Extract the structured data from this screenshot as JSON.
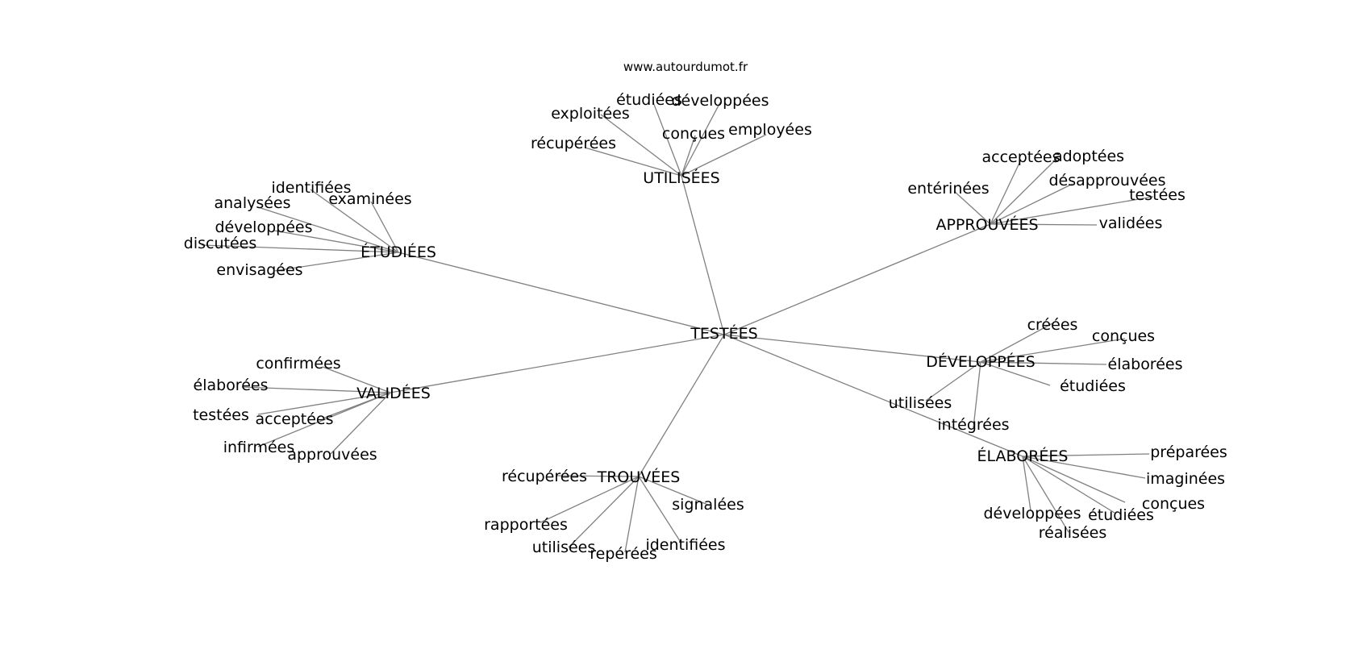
{
  "source": "www.autourdumot.fr",
  "center": "TESTÉES",
  "hubs": [
    {
      "label": "UTILISÉES",
      "leaves": [
        "étudiées",
        "développées",
        "exploitées",
        "conçues",
        "employées",
        "récupérées"
      ]
    },
    {
      "label": "APPROUVÉES",
      "leaves": [
        "acceptées",
        "adoptées",
        "désapprouvées",
        "entérinées",
        "testées",
        "validées"
      ]
    },
    {
      "label": "ÉTUDIÉES",
      "leaves": [
        "identifiées",
        "analysées",
        "examinées",
        "développées",
        "discutées",
        "envisagées"
      ]
    },
    {
      "label": "DÉVELOPPÉES",
      "leaves": [
        "créées",
        "conçues",
        "élaborées",
        "étudiées",
        "utilisées",
        "intégrées"
      ]
    },
    {
      "label": "VALIDÉES",
      "leaves": [
        "confirmées",
        "élaborées",
        "testées",
        "acceptées",
        "infirmées",
        "approuvées"
      ]
    },
    {
      "label": "ÉLABORÉES",
      "leaves": [
        "préparées",
        "imaginées",
        "conçues",
        "développées",
        "étudiées",
        "réalisées"
      ]
    },
    {
      "label": "TROUVÉES",
      "leaves": [
        "récupérées",
        "signalées",
        "rapportées",
        "utilisées",
        "repérées",
        "identifiées"
      ]
    }
  ]
}
